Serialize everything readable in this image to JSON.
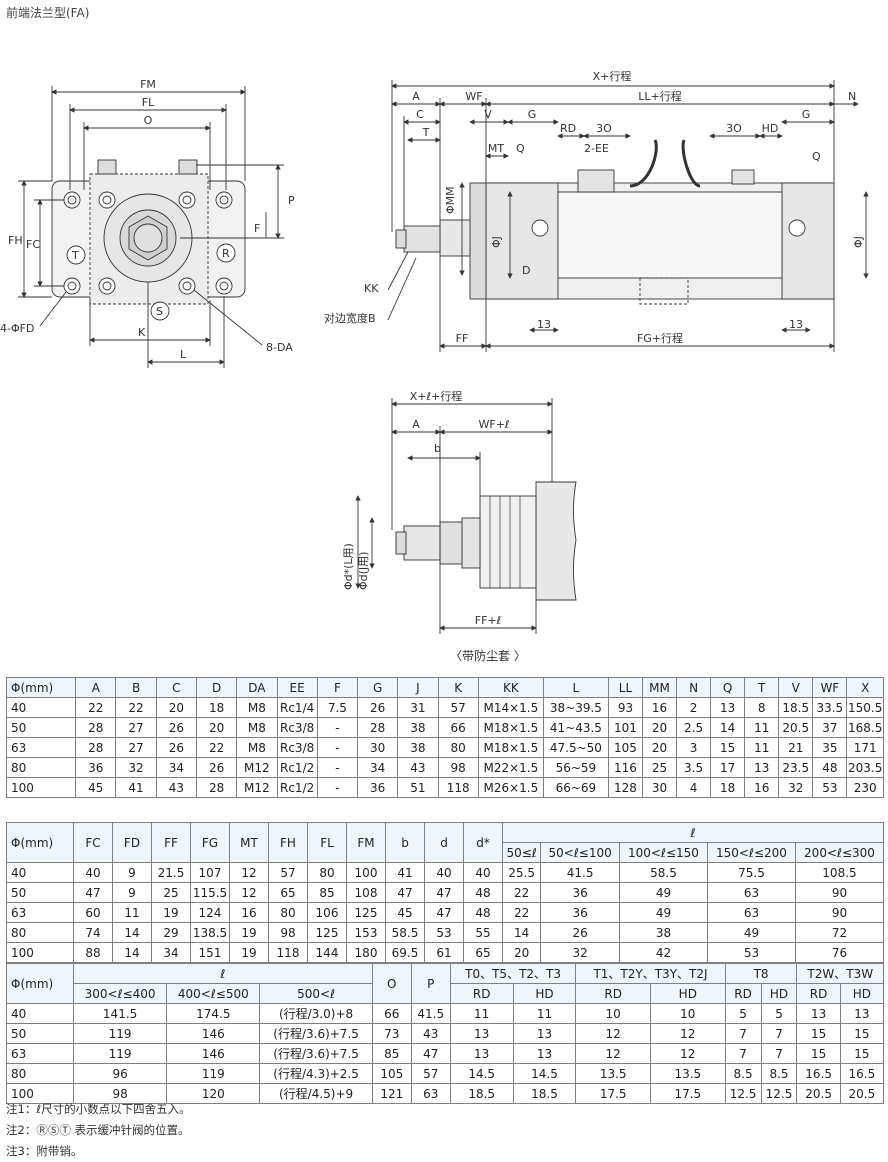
{
  "title": "前端法兰型(FA)",
  "drawing_labels": {
    "fm": "FM",
    "fl": "FL",
    "o": "O",
    "p": "P",
    "f": "F",
    "fh": "FH",
    "fc": "FC",
    "t": "T",
    "r": "R",
    "s": "S",
    "k": "K",
    "l": "L",
    "fd": "4-ΦFD",
    "da": "8-DA",
    "x": "X+行程",
    "a": "A",
    "wf": "WF",
    "ll": "LL+行程",
    "n": "N",
    "c": "C",
    "v": "V",
    "g": "G",
    "rd": "RD",
    "thirty_o": "3O",
    "hd": "HD",
    "mt": "MT",
    "q": "Q",
    "ee": "2-EE",
    "mm": "ΦMM",
    "j": "ΦJ",
    "d": "D",
    "kk": "KK",
    "b_label": "对边宽度B",
    "ff": "FF",
    "thirteen": "13",
    "fg": "FG+行程",
    "x_l": "X+ℓ+行程",
    "wf_l": "WF+ℓ",
    "b": "b",
    "d_l": "Φd*(L用)",
    "d_j": "Φd(J用)",
    "ff_l": "FF+ℓ",
    "boot_caption": "〈带防尘套 〉"
  },
  "table1": {
    "headers": [
      "Φ(mm)",
      "A",
      "B",
      "C",
      "D",
      "DA",
      "EE",
      "F",
      "G",
      "J",
      "K",
      "KK",
      "L",
      "LL",
      "MM",
      "N",
      "Q",
      "T",
      "V",
      "WF",
      "X"
    ],
    "rows": [
      [
        "40",
        "22",
        "22",
        "20",
        "18",
        "M8",
        "Rc1/4",
        "7.5",
        "26",
        "31",
        "57",
        "M14×1.5",
        "38~39.5",
        "93",
        "16",
        "2",
        "13",
        "8",
        "18.5",
        "33.5",
        "150.5"
      ],
      [
        "50",
        "28",
        "27",
        "26",
        "20",
        "M8",
        "Rc3/8",
        "-",
        "28",
        "38",
        "66",
        "M18×1.5",
        "41~43.5",
        "101",
        "20",
        "2.5",
        "14",
        "11",
        "20.5",
        "37",
        "168.5"
      ],
      [
        "63",
        "28",
        "27",
        "26",
        "22",
        "M8",
        "Rc3/8",
        "-",
        "30",
        "38",
        "80",
        "M18×1.5",
        "47.5~50",
        "105",
        "20",
        "3",
        "15",
        "11",
        "21",
        "35",
        "171"
      ],
      [
        "80",
        "36",
        "32",
        "34",
        "26",
        "M12",
        "Rc1/2",
        "-",
        "34",
        "43",
        "98",
        "M22×1.5",
        "56~59",
        "116",
        "25",
        "3.5",
        "17",
        "13",
        "23.5",
        "48",
        "203.5"
      ],
      [
        "100",
        "45",
        "41",
        "43",
        "28",
        "M12",
        "Rc1/2",
        "-",
        "36",
        "51",
        "118",
        "M26×1.5",
        "66~69",
        "128",
        "30",
        "4",
        "18",
        "16",
        "32",
        "53",
        "230"
      ]
    ]
  },
  "table2": {
    "headers": [
      "Φ(mm)",
      "FC",
      "FD",
      "FF",
      "FG",
      "MT",
      "FH",
      "FL",
      "FM",
      "b",
      "d",
      "d*"
    ],
    "l_symbol": "ℓ",
    "sub_headers": [
      "50≤ℓ",
      "50<ℓ≤100",
      "100<ℓ≤150",
      "150<ℓ≤200",
      "200<ℓ≤300"
    ],
    "rows": [
      [
        "40",
        "40",
        "9",
        "21.5",
        "107",
        "12",
        "57",
        "80",
        "100",
        "41",
        "40",
        "40",
        "25.5",
        "41.5",
        "58.5",
        "75.5",
        "108.5"
      ],
      [
        "50",
        "47",
        "9",
        "25",
        "115.5",
        "12",
        "65",
        "85",
        "108",
        "47",
        "47",
        "48",
        "22",
        "36",
        "49",
        "63",
        "90"
      ],
      [
        "63",
        "60",
        "11",
        "19",
        "124",
        "16",
        "80",
        "106",
        "125",
        "45",
        "47",
        "48",
        "22",
        "36",
        "49",
        "63",
        "90"
      ],
      [
        "80",
        "74",
        "14",
        "29",
        "138.5",
        "19",
        "98",
        "125",
        "153",
        "58.5",
        "53",
        "55",
        "14",
        "26",
        "38",
        "49",
        "72"
      ],
      [
        "100",
        "88",
        "14",
        "34",
        "151",
        "19",
        "118",
        "144",
        "180",
        "69.5",
        "61",
        "65",
        "20",
        "32",
        "42",
        "53",
        "76"
      ]
    ]
  },
  "table3": {
    "phi": "Φ(mm)",
    "l_symbol": "ℓ",
    "l_sub": [
      "300<ℓ≤400",
      "400<ℓ≤500",
      "500<ℓ"
    ],
    "o": "O",
    "p": "P",
    "groups": [
      "T0、T5、T2、T3",
      "T1、T2Y、T3Y、T2J",
      "T8",
      "T2W、T3W"
    ],
    "rdhd": [
      "RD",
      "HD",
      "RD",
      "HD",
      "RD",
      "HD",
      "RD",
      "HD"
    ],
    "rows": [
      [
        "40",
        "141.5",
        "174.5",
        "(行程/3.0)+8",
        "66",
        "41.5",
        "11",
        "11",
        "10",
        "10",
        "5",
        "5",
        "13",
        "13"
      ],
      [
        "50",
        "119",
        "146",
        "(行程/3.6)+7.5",
        "73",
        "43",
        "13",
        "13",
        "12",
        "12",
        "7",
        "7",
        "15",
        "15"
      ],
      [
        "63",
        "119",
        "146",
        "(行程/3.6)+7.5",
        "85",
        "47",
        "13",
        "13",
        "12",
        "12",
        "7",
        "7",
        "15",
        "15"
      ],
      [
        "80",
        "96",
        "119",
        "(行程/4.3)+2.5",
        "105",
        "57",
        "14.5",
        "14.5",
        "13.5",
        "13.5",
        "8.5",
        "8.5",
        "16.5",
        "16.5"
      ],
      [
        "100",
        "98",
        "120",
        "(行程/4.5)+9",
        "121",
        "63",
        "18.5",
        "18.5",
        "17.5",
        "17.5",
        "12.5",
        "12.5",
        "20.5",
        "20.5"
      ]
    ]
  },
  "notes": [
    "注1：ℓ尺寸的小数点以下四舍五入。",
    "注2：ⓇⓈⓉ 表示缓冲针阀的位置。",
    "注3：附带销。"
  ]
}
